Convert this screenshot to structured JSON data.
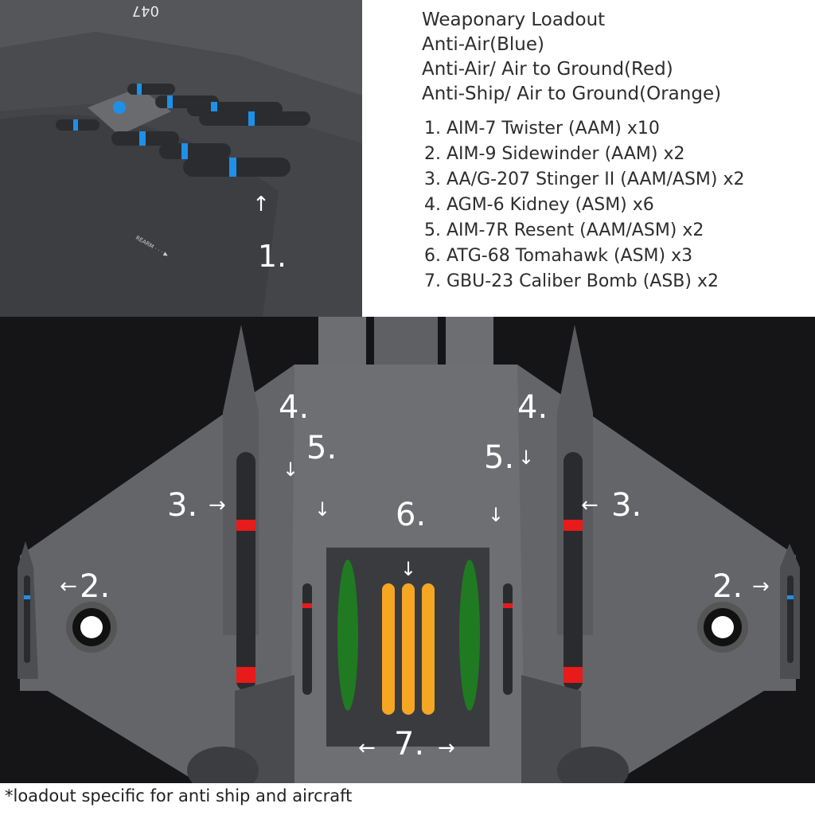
{
  "legend": {
    "title": "Weaponary Loadout",
    "line1": "Anti-Air(Blue)",
    "line2": "Anti-Air/ Air to Ground(Red)",
    "line3": "Anti-Ship/ Air to Ground(Orange)"
  },
  "weapons": [
    "1. AIM-7 Twister (AAM) x10",
    "2. AIM-9 Sidewinder (AAM) x2",
    "3. AA/G-207 Stinger II (AAM/ASM) x2",
    "4. AGM-6 Kidney (ASM) x6",
    "5. AIM-7R Resent (AAM/ASM) x2",
    "6. ATG-68 Tomahawk (ASM) x3",
    "7. GBU-23 Caliber Bomb (ASB) x2"
  ],
  "callouts": {
    "c1": "1.",
    "c2": "2.",
    "c3": "3.",
    "c4": "4.",
    "c5": "5.",
    "c6": "6.",
    "c7": "7."
  },
  "markings": {
    "tail_number": "047"
  },
  "footnote": "*loadout specific for anti ship and aircraft",
  "colors": {
    "anti_air": "#1e90e8",
    "anti_air_ground": "#e81a1a",
    "anti_ship": "#f5a623",
    "bomb": "#1f7a22"
  }
}
